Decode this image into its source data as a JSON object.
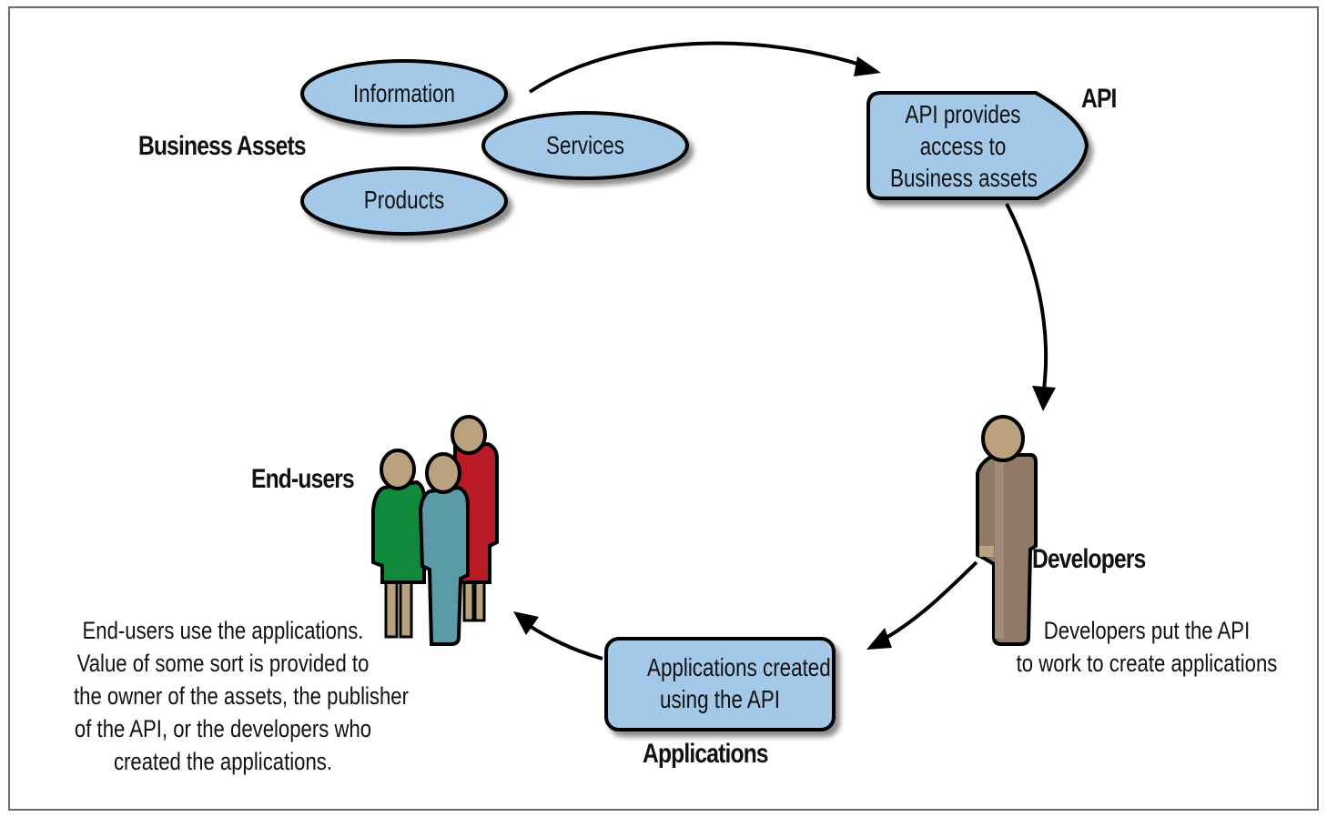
{
  "colors": {
    "node_fill": "#a3c8e8",
    "outline": "#000000",
    "skin": "#bba27f",
    "user_green": "#0f8a3a",
    "user_teal": "#5b9aa7",
    "user_red": "#b81b25",
    "developer_brown": "#8f7a68"
  },
  "business_assets": {
    "label": "Business Assets",
    "items": [
      "Information",
      "Services",
      "Products"
    ]
  },
  "api": {
    "label": "API",
    "node_text": [
      "API provides",
      "access to",
      "Business assets"
    ]
  },
  "developers": {
    "label": "Developers",
    "description": [
      "Developers put the API",
      "to work to create applications"
    ]
  },
  "applications": {
    "label": "Applications",
    "node_text": [
      "Applications created",
      "using the API"
    ]
  },
  "end_users": {
    "label": "End-users",
    "description": [
      "End-users use the applications.",
      "Value of some sort is provided to",
      "the owner of the assets, the publisher",
      "of the API, or the developers who",
      "created the applications."
    ]
  },
  "flow": [
    "Business Assets",
    "API",
    "Developers",
    "Applications",
    "End-users"
  ]
}
